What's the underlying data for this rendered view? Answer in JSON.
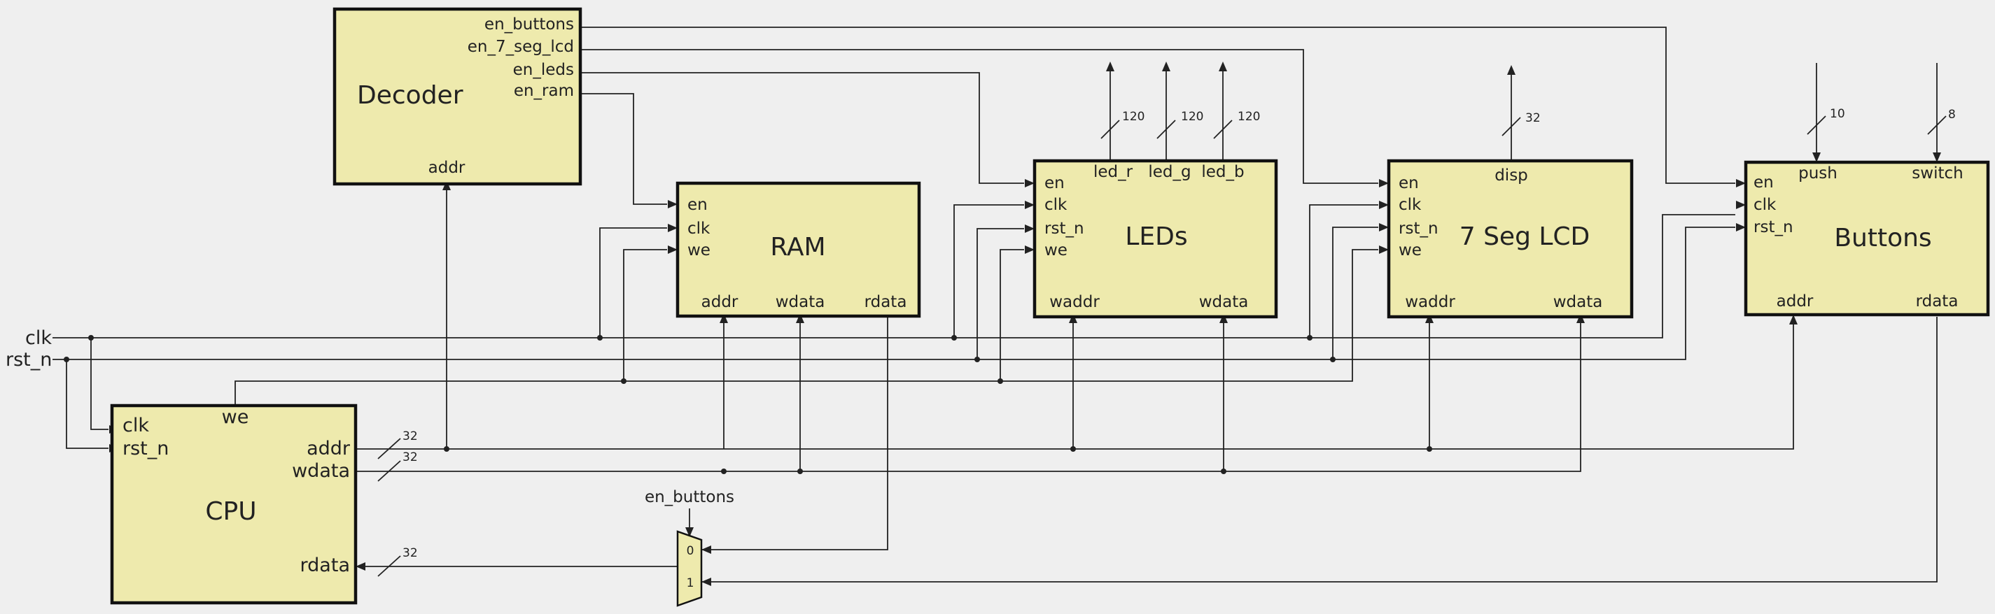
{
  "blocks": {
    "decoder": {
      "title": "Decoder",
      "ports": {
        "en_buttons": "en_buttons",
        "en_7_seg_lcd": "en_7_seg_lcd",
        "en_leds": "en_leds",
        "en_ram": "en_ram",
        "addr": "addr"
      }
    },
    "ram": {
      "title": "RAM",
      "ports": {
        "en": "en",
        "clk": "clk",
        "we": "we",
        "addr": "addr",
        "wdata": "wdata",
        "rdata": "rdata"
      }
    },
    "leds": {
      "title": "LEDs",
      "ports": {
        "en": "en",
        "clk": "clk",
        "rst_n": "rst_n",
        "we": "we",
        "waddr": "waddr",
        "wdata": "wdata",
        "led_r": "led_r",
        "led_g": "led_g",
        "led_b": "led_b"
      }
    },
    "lcd": {
      "title": "7 Seg LCD",
      "ports": {
        "en": "en",
        "clk": "clk",
        "rst_n": "rst_n",
        "we": "we",
        "waddr": "waddr",
        "wdata": "wdata",
        "disp": "disp"
      }
    },
    "buttons": {
      "title": "Buttons",
      "ports": {
        "en": "en",
        "clk": "clk",
        "rst_n": "rst_n",
        "addr": "addr",
        "rdata": "rdata",
        "push": "push",
        "switch": "switch"
      }
    },
    "cpu": {
      "title": "CPU",
      "ports": {
        "clk": "clk",
        "rst_n": "rst_n",
        "we": "we",
        "addr": "addr",
        "wdata": "wdata",
        "rdata": "rdata"
      }
    }
  },
  "signals": {
    "clk": "clk",
    "rst_n": "rst_n"
  },
  "mux": {
    "select": "en_buttons",
    "in0": "0",
    "in1": "1"
  },
  "bus_widths": {
    "led_r": "120",
    "led_g": "120",
    "led_b": "120",
    "disp": "32",
    "push": "10",
    "switch": "8",
    "cpu_addr": "32",
    "cpu_wdata": "32",
    "cpu_rdata": "32"
  }
}
